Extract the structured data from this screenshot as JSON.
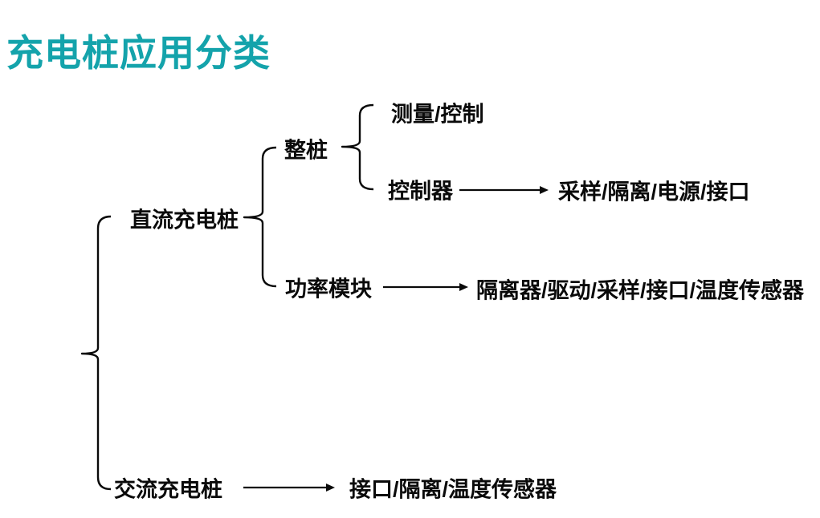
{
  "title": "充电桩应用分类",
  "title_color": "#14a3ab",
  "line_color": "#0a0a0a",
  "tree": {
    "children": [
      {
        "label": "直流充电桩",
        "children": [
          {
            "label": "整桩",
            "children": [
              {
                "label": "测量/控制"
              },
              {
                "label": "控制器",
                "components": "采样/隔离/电源/接口"
              }
            ]
          },
          {
            "label": "功率模块",
            "components": "隔离器/驱动/采样/接口/温度传感器"
          }
        ]
      },
      {
        "label": "交流充电桩",
        "components": "接口/隔离/温度传感器"
      }
    ]
  }
}
